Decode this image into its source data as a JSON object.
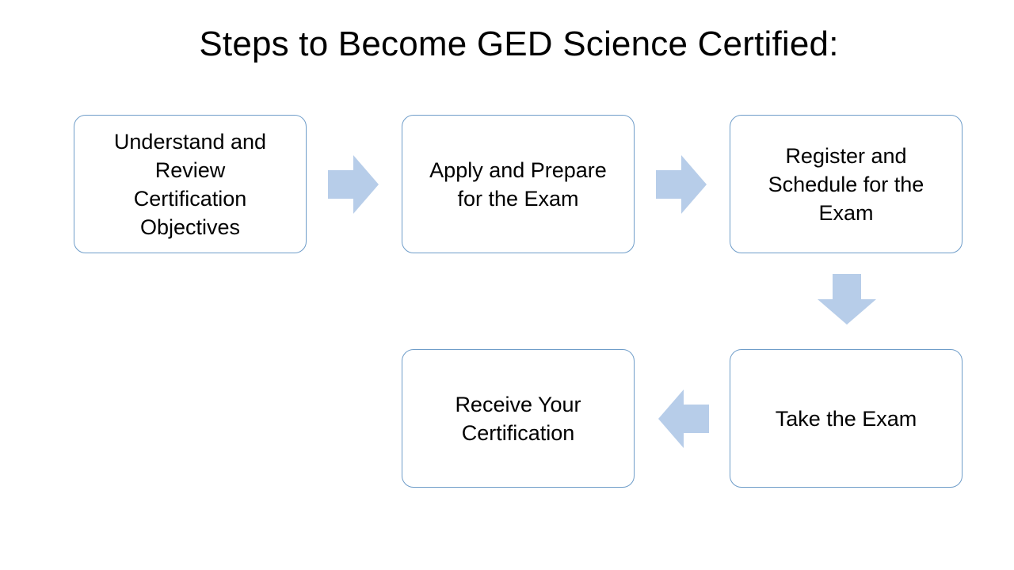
{
  "title": "Steps to Become GED Science Certified:",
  "steps": [
    {
      "label": "Understand and\nReview\nCertification\nObjectives"
    },
    {
      "label": "Apply and Prepare\nfor the Exam"
    },
    {
      "label": "Register and\nSchedule for the\nExam"
    },
    {
      "label": "Take the Exam"
    },
    {
      "label": "Receive Your\nCertification"
    }
  ],
  "colors": {
    "box_border": "#6f9dc9",
    "arrow_fill": "#b7cde9",
    "text": "#000000",
    "background": "#ffffff"
  },
  "connectors": [
    {
      "from": 0,
      "to": 1,
      "direction": "right",
      "icon": "right-arrow-icon"
    },
    {
      "from": 1,
      "to": 2,
      "direction": "right",
      "icon": "right-arrow-icon"
    },
    {
      "from": 2,
      "to": 3,
      "direction": "down",
      "icon": "down-arrow-icon"
    },
    {
      "from": 3,
      "to": 4,
      "direction": "left",
      "icon": "left-arrow-icon"
    }
  ]
}
